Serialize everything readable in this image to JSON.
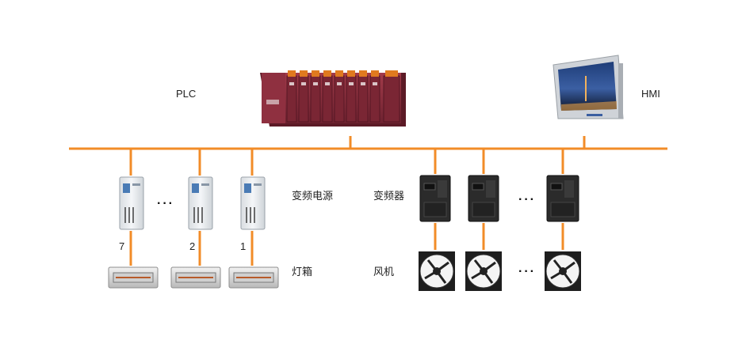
{
  "labels": {
    "plc": "PLC",
    "hmi": "HMI",
    "vf_power": "变频电源",
    "inverter": "变频器",
    "light_box": "灯箱",
    "fan": "风机"
  },
  "channel_numbers": [
    "7",
    "2",
    "1"
  ],
  "ellipsis": "···",
  "colors": {
    "bus": "#f28c28",
    "plc_body": "#8b2d3a",
    "plc_accent": "#e07a1f",
    "inverter_body": "#2b2b2b",
    "supply_body": "#e9ecef"
  }
}
